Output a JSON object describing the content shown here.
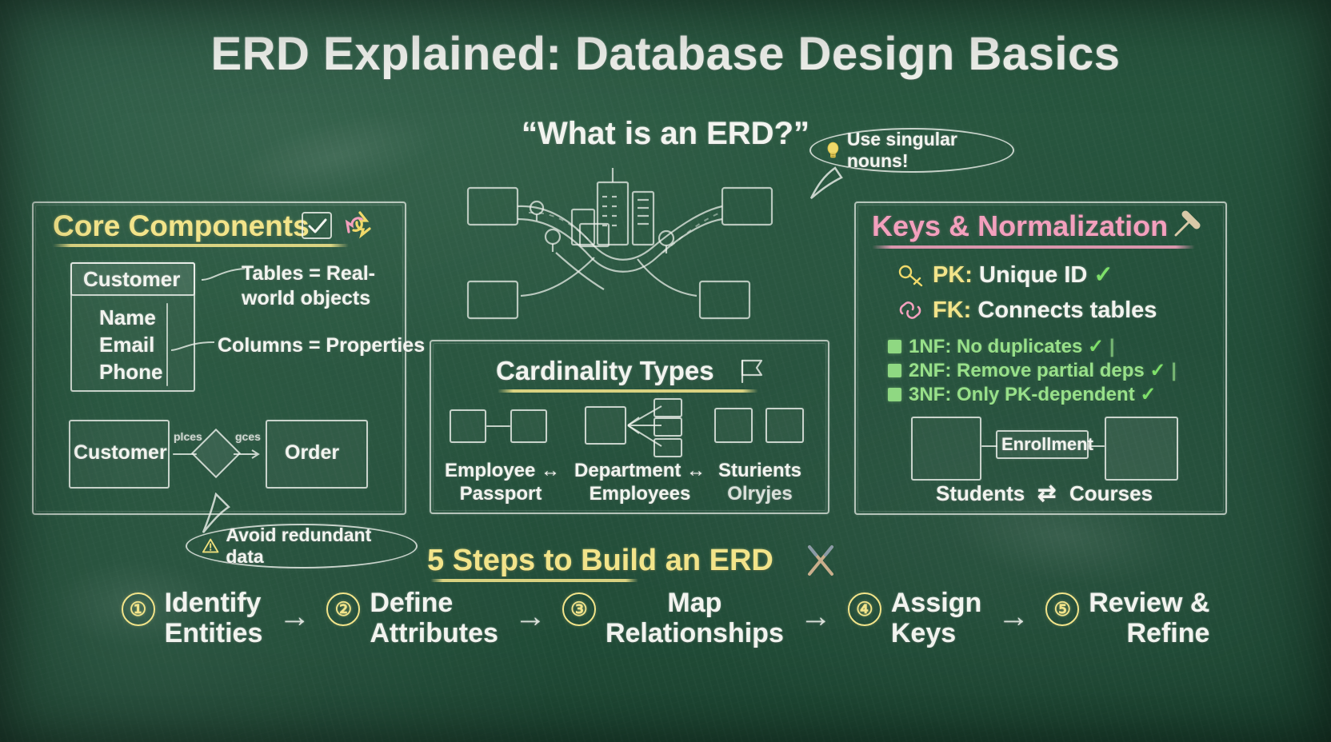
{
  "board": {
    "title": "ERD Explained: Database Design Basics",
    "subtitle": "“What is an ERD?”"
  },
  "tip_bubble": {
    "icon": "lightbulb-icon",
    "text": "Use singular nouns!"
  },
  "warn_bubble": {
    "icon": "warning-triangle-icon",
    "text": "Avoid redundant data"
  },
  "left_panel": {
    "heading": "Core Components",
    "icons": [
      "checkbox-checked-icon",
      "recycle-icon"
    ],
    "entity_table": {
      "name": "Customer",
      "columns": [
        "Name",
        "Email",
        "Phone"
      ]
    },
    "annotations": {
      "tables": "Tables = Real-world objects",
      "tables_line1": "Tables = Real-",
      "tables_line2": "world objects",
      "columns": "Columns = Properties"
    },
    "relationship": {
      "left_entity": "Customer",
      "right_entity": "Order",
      "label_left": "plces",
      "label_right": "gces",
      "shape": "diamond"
    }
  },
  "center_panel": {
    "illustration": "city-skyline-roads-icon",
    "cardinality": {
      "heading": "Cardinality Types",
      "icon": "flag-icon",
      "items": [
        {
          "diagram": "one-to-one",
          "line1": "Employee ↔",
          "line2": "Passport"
        },
        {
          "diagram": "one-to-many",
          "line1": "Department ↔",
          "line2": "Employees"
        },
        {
          "diagram": "many-to-many",
          "line1": "Sturients",
          "line2": "Olryjes"
        }
      ]
    }
  },
  "right_panel": {
    "heading": "Keys & Normalization",
    "icon": "gavel-icon",
    "keys": [
      {
        "icon": "key-icon",
        "tag": "PK:",
        "text": "Unique ID",
        "check": "✓"
      },
      {
        "icon": "link-icon",
        "tag": "FK:",
        "text": "Connects tables",
        "check": ""
      }
    ],
    "normal_forms": [
      {
        "label": "1NF: No duplicates",
        "check": "✓",
        "trail": "|"
      },
      {
        "label": "2NF: Remove partial deps",
        "check": "✓",
        "trail": "|"
      },
      {
        "label": "3NF: Only PK-dependent",
        "check": "✓",
        "trail": ""
      }
    ],
    "junction": {
      "middle_label": "Enrollment",
      "left_caption": "Students",
      "arrow": "⇄",
      "right_caption": "Courses"
    }
  },
  "steps_section": {
    "heading": "5 Steps to Build an ERD",
    "icon": "crossed-tools-icon",
    "arrow": "→",
    "steps": [
      {
        "num": "①",
        "line1": "Identify",
        "line2": "Entities"
      },
      {
        "num": "②",
        "line1": "Define",
        "line2": "Attributes"
      },
      {
        "num": "③",
        "line1": "Map",
        "line2": "Relationships"
      },
      {
        "num": "④",
        "line1": "Assign",
        "line2": "Keys"
      },
      {
        "num": "⑤",
        "line1": "Review &",
        "line2": "Refine"
      }
    ]
  },
  "colors": {
    "board": "#24543f",
    "chalk_white": "#f2f4ef",
    "chalk_yellow": "#f2e48a",
    "chalk_pink": "#f3a0bd",
    "chalk_green": "#98e08a"
  }
}
